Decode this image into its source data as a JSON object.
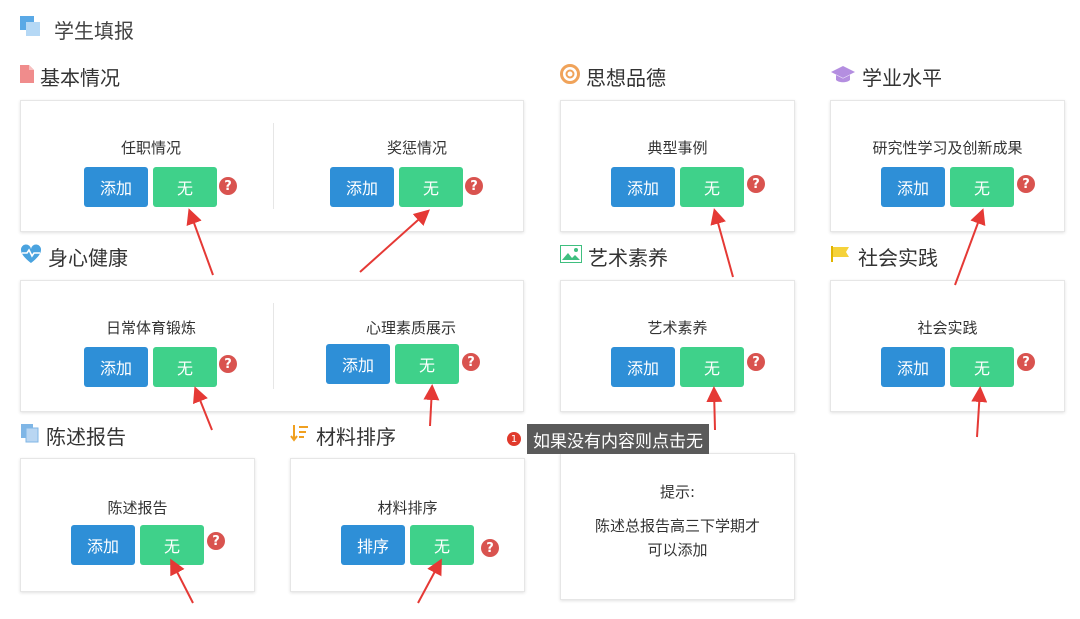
{
  "page_title": "学生填报",
  "buttons": {
    "add": "添加",
    "none": "无",
    "sort": "排序",
    "help": "?"
  },
  "sections": {
    "basic": {
      "title": "基本情况",
      "items": [
        "任职情况",
        "奖惩情况"
      ]
    },
    "moral": {
      "title": "思想品德",
      "items": [
        "典型事例"
      ]
    },
    "academic": {
      "title": "学业水平",
      "items": [
        "研究性学习及创新成果"
      ]
    },
    "health": {
      "title": "身心健康",
      "items": [
        "日常体育锻炼",
        "心理素质展示"
      ]
    },
    "art": {
      "title": "艺术素养",
      "items": [
        "艺术素养"
      ]
    },
    "social": {
      "title": "社会实践",
      "items": [
        "社会实践"
      ]
    },
    "report": {
      "title": "陈述报告",
      "items": [
        "陈述报告"
      ]
    },
    "materials": {
      "title": "材料排序",
      "items": [
        "材料排序"
      ]
    }
  },
  "tooltip": {
    "number": "1",
    "text": "如果没有内容则点击无"
  },
  "hint": {
    "title": "提示:",
    "body_line1": "陈述总报告高三下学期才",
    "body_line2": "可以添加"
  },
  "colors": {
    "add_button": "#2e8fd7",
    "none_button": "#3fd18a",
    "help_icon": "#d9534f",
    "arrow": "#e53935"
  }
}
